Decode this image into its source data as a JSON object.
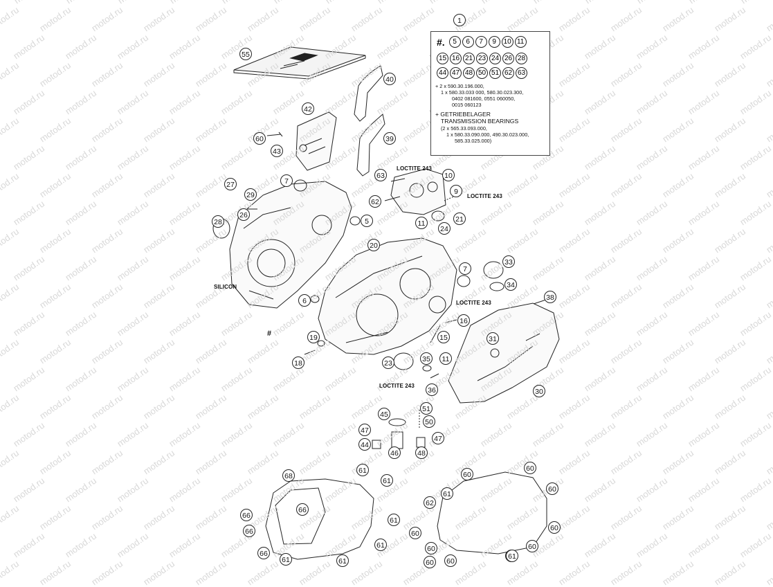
{
  "watermark": "motod.ru",
  "kit": {
    "number": "1",
    "hash": "#.",
    "row1": [
      "5",
      "6",
      "7",
      "9",
      "10",
      "11"
    ],
    "row2": [
      "15",
      "16",
      "21",
      "23",
      "24",
      "26",
      "28"
    ],
    "row3": [
      "44",
      "47",
      "48",
      "50",
      "51",
      "62",
      "63"
    ],
    "line1": "+ 2 x 590.30.196.000,",
    "line2": "1 x 580.33.033 000, 580.30.023.300,",
    "line3": "0402 081600, 0551 060050,",
    "line4": "0015 060123",
    "line5": "+ GETRIEBELAGER",
    "line6": "TRANSMISSION BEARINGS",
    "line7": "(2 x 565.33.093.000,",
    "line8": "1 x 580.33.090.000, 490.30.023.000,",
    "line9": "585.33.025.000)"
  },
  "notes": {
    "loctite_a": "LOCTITE 243",
    "loctite_b": "LOCTITE 243",
    "loctite_c": "LOCTITE 243",
    "loctite_d": "LOCTITE 243",
    "silicon": "SILICON",
    "hash": "#"
  },
  "callouts": [
    "55",
    "40",
    "42",
    "39",
    "60",
    "43",
    "63",
    "10",
    "7",
    "27",
    "29",
    "9",
    "62",
    "26",
    "11",
    "24",
    "21",
    "28",
    "5",
    "20",
    "7",
    "33",
    "34",
    "38",
    "6",
    "16",
    "15",
    "31",
    "19",
    "18",
    "23",
    "35",
    "11",
    "36",
    "30",
    "45",
    "51",
    "50",
    "47",
    "44",
    "46",
    "48",
    "47",
    "68",
    "61",
    "61",
    "66",
    "66",
    "61",
    "66",
    "61",
    "66",
    "61",
    "61",
    "60",
    "60",
    "60",
    "61",
    "62",
    "60",
    "61",
    "60",
    "60",
    "60",
    "60",
    "61",
    "60"
  ]
}
